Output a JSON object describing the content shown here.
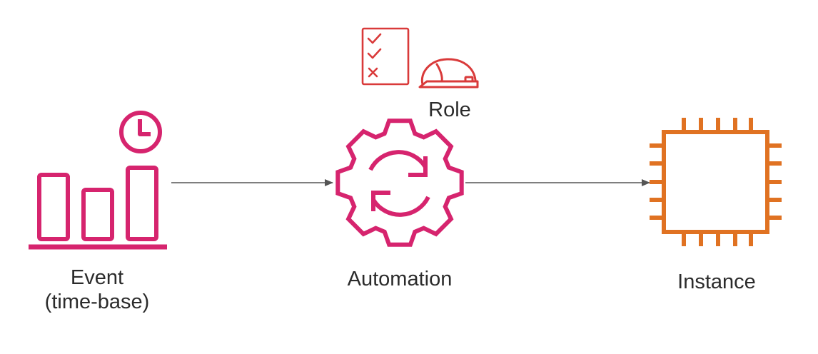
{
  "nodes": {
    "event": {
      "label_line1": "Event",
      "label_line2": "(time-base)",
      "icon": "scheduled-event-icon",
      "color": "#d6246e"
    },
    "automation": {
      "label": "Automation",
      "icon": "automation-gear-icon",
      "color": "#d6246e"
    },
    "instance": {
      "label": "Instance",
      "icon": "ec2-instance-chip-icon",
      "color": "#e07222"
    },
    "role": {
      "label": "Role",
      "icons": [
        "checklist-icon",
        "hard-hat-icon"
      ],
      "color": "#d93a3a"
    }
  },
  "edges": [
    {
      "from": "event",
      "to": "automation"
    },
    {
      "from": "automation",
      "to": "instance"
    }
  ],
  "colors": {
    "arrow": "#555555",
    "text": "#2b2b2b"
  }
}
